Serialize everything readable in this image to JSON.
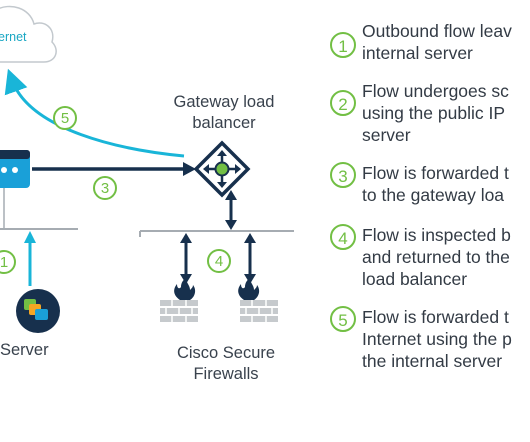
{
  "cloud": {
    "label": "ernet"
  },
  "nodes": {
    "gateway": {
      "label_line1": "Gateway load",
      "label_line2": "balancer"
    },
    "server": {
      "label": "Server"
    },
    "firewalls": {
      "label_line1": "Cisco Secure",
      "label_line2": "Firewalls"
    }
  },
  "diagram_steps": [
    "5",
    "3",
    "4",
    "1"
  ],
  "legend": [
    {
      "num": "1",
      "lines": [
        "Outbound flow leav",
        "internal server"
      ]
    },
    {
      "num": "2",
      "lines": [
        "Flow undergoes sc",
        "using the public IP",
        "server"
      ]
    },
    {
      "num": "3",
      "lines": [
        "Flow is forwarded t",
        "to the gateway loa"
      ]
    },
    {
      "num": "4",
      "lines": [
        "Flow is inspected b",
        "and returned to the",
        "load balancer"
      ]
    },
    {
      "num": "5",
      "lines": [
        "Flow is forwarded t",
        "Internet using the p",
        "the internal server"
      ]
    }
  ],
  "colors": {
    "accent_teal": "#19b5d8",
    "navy": "#17304d",
    "step_green": "#72bf44",
    "line_gray": "#a6acb2",
    "device_blue": "#1aa0d8"
  },
  "icons": [
    "cloud-icon",
    "router-icon",
    "gateway-lb-icon",
    "server-app-icon",
    "firewall-icon"
  ]
}
